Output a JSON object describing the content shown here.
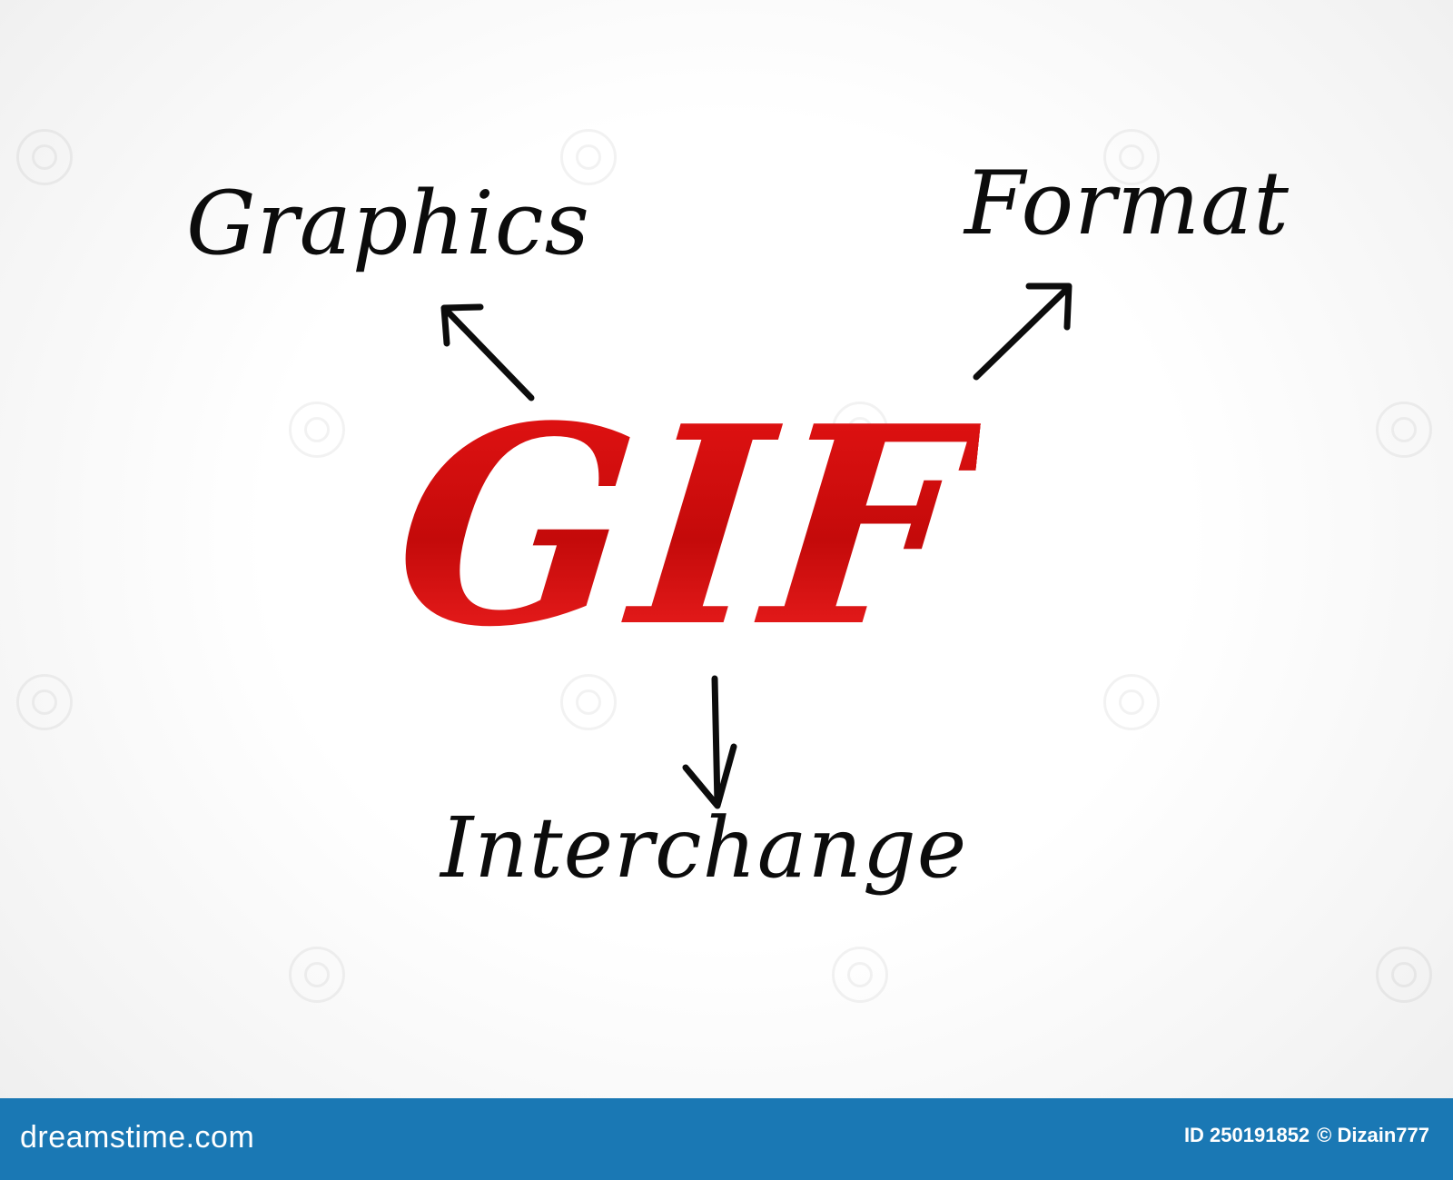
{
  "diagram": {
    "acronym": "GIF",
    "acronym_color": "#d71010",
    "terms": {
      "graphics": "Graphics",
      "format": "Format",
      "interchange": "Interchange"
    }
  },
  "footer": {
    "brand": "dreamstime.com",
    "id_label": "ID 250191852",
    "author": "© Dizain777",
    "background": "#1a78b4"
  }
}
